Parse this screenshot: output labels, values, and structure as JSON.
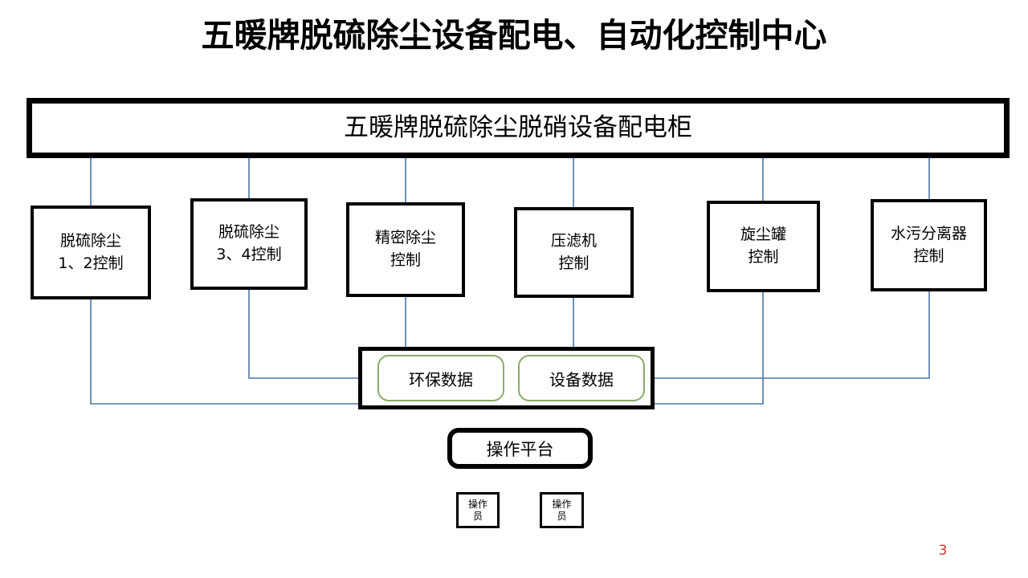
{
  "slide": {
    "title": "五暖牌脱硫除尘设备配电、自动化控制中心",
    "page_number": "3",
    "page_number_color": "#c0392b",
    "background_color": "#ffffff"
  },
  "banner": {
    "label": "五暖牌脱硫除尘脱硝设备配电柜",
    "border_color": "#000000"
  },
  "control_boxes": [
    {
      "id": "desulfurization-1-2",
      "label": "脱硫除尘\n1、2控制"
    },
    {
      "id": "desulfurization-3-4",
      "label": "脱硫除尘\n3、4控制"
    },
    {
      "id": "precision-dust",
      "label": "精密除尘\n控制"
    },
    {
      "id": "filter-press",
      "label": "压滤机\n控制"
    },
    {
      "id": "cyclone-tank",
      "label": "旋尘罐\n控制"
    },
    {
      "id": "water-separator",
      "label": "水污分离器\n控制"
    }
  ],
  "data_panel": {
    "border_color": "#000000",
    "chips": [
      {
        "id": "environmental-data",
        "label": "环保数据",
        "border_color": "#8aab6a"
      },
      {
        "id": "equipment-data",
        "label": "设备数据",
        "border_color": "#8aab6a"
      }
    ]
  },
  "platform": {
    "label": "操作平台",
    "border_color": "#000000"
  },
  "operators": [
    {
      "id": "operator-1",
      "label": "操作\n员"
    },
    {
      "id": "operator-2",
      "label": "操作\n员"
    }
  ],
  "connectors": {
    "line_color": "#4a76a8",
    "line_width": 1.6
  }
}
